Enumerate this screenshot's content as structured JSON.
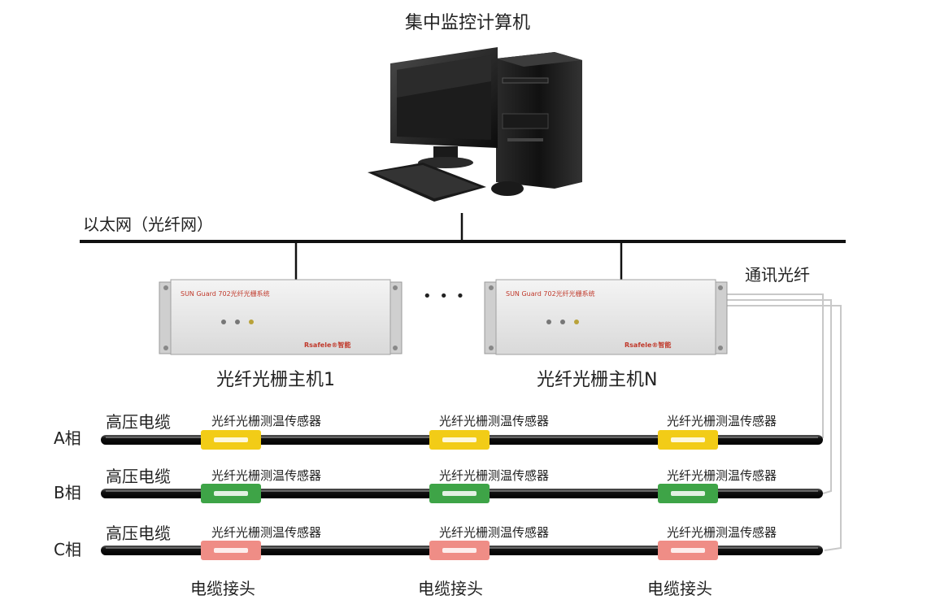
{
  "title": "集中监控计算机",
  "network_label": "以太网（光纤网）",
  "fiber_label": "通讯光纤",
  "ellipsis": "• • •",
  "hosts": [
    {
      "label": "光纤光栅主机1",
      "panel_title": "SUN Guard 702光纤光栅系统",
      "brand": "Rsafele®智能"
    },
    {
      "label": "光纤光栅主机N",
      "panel_title": "SUN Guard 702光纤光栅系统",
      "brand": "Rsafele®智能"
    }
  ],
  "cable_label": "高压电缆",
  "sensor_label": "光纤光栅测温传感器",
  "joint_label": "电缆接头",
  "phases": [
    {
      "name": "A相",
      "color": "#f2cc17"
    },
    {
      "name": "B相",
      "color": "#3ea447"
    },
    {
      "name": "C相",
      "color": "#ef8d86"
    }
  ]
}
